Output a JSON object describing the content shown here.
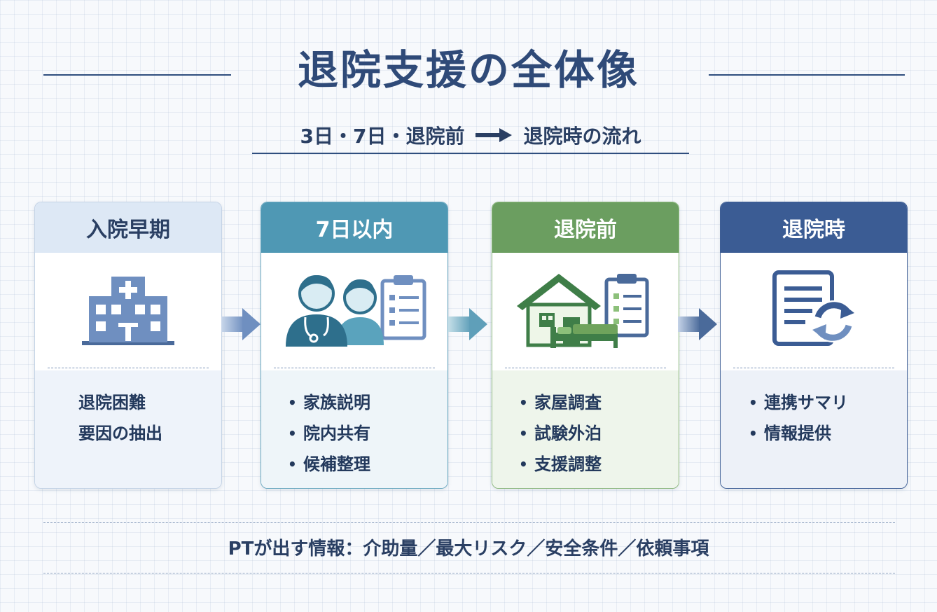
{
  "title": "退院支援の全体像",
  "subtitle": {
    "left": "3日・7日・退院前",
    "right": "退院時の流れ"
  },
  "stages": [
    {
      "label": "入院早期",
      "icon": "hospital-icon",
      "color": "#dde8f5",
      "lines": [
        "退院困難",
        "要因の抽出"
      ]
    },
    {
      "label": "7日以内",
      "icon": "staff-clipboard-icon",
      "color": "#4f98b4",
      "bullets": [
        "家族説明",
        "院内共有",
        "候補整理"
      ]
    },
    {
      "label": "退院前",
      "icon": "house-bed-icon",
      "color": "#6b9e60",
      "bullets": [
        "家屋調査",
        "試験外泊",
        "支援調整"
      ]
    },
    {
      "label": "退院時",
      "icon": "document-sync-icon",
      "color": "#3b5c94",
      "bullets": [
        "連携サマリ",
        "情報提供"
      ]
    }
  ],
  "footer": "PTが出す情報：介助量／最大リスク／安全条件／依頼事項",
  "bullet_char": "•"
}
